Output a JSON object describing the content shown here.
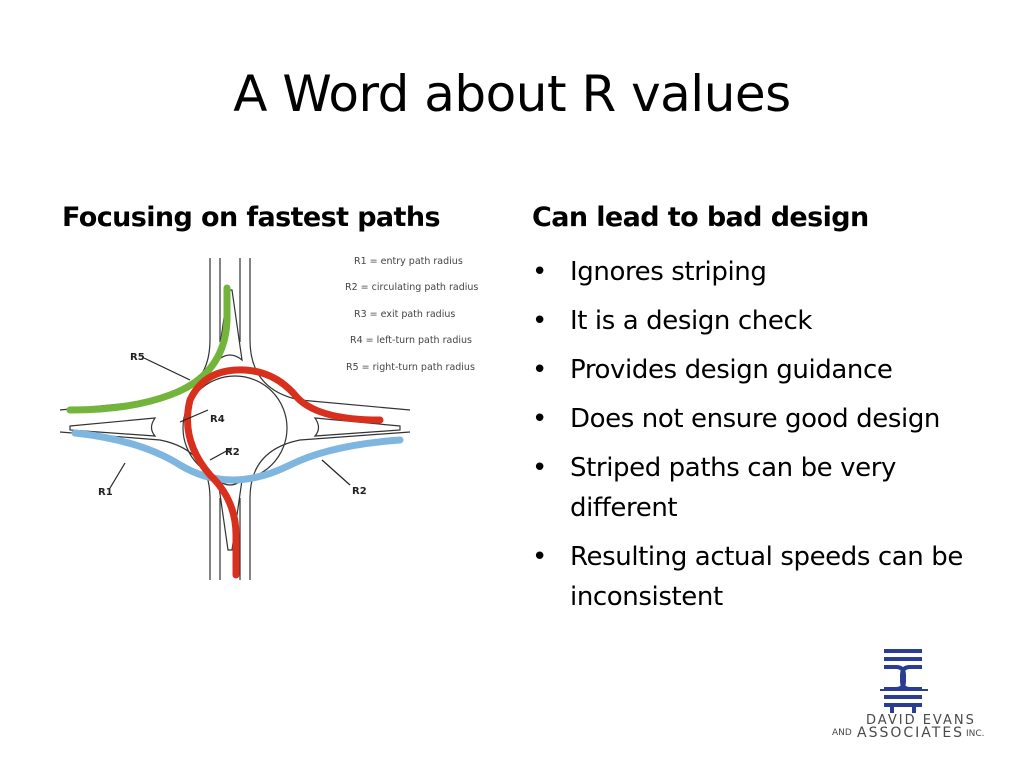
{
  "slide": {
    "title": "A Word about R values",
    "left_heading": "Focusing on fastest paths",
    "right_heading": "Can lead to bad design",
    "bullets": [
      "Ignores striping",
      "It is a design check",
      "Provides design guidance",
      "Does not ensure good design",
      "Striped paths can be very different",
      "Resulting actual speeds can be inconsistent"
    ]
  },
  "diagram": {
    "legend": [
      "R1 = entry path radius",
      "R2 = circulating path radius",
      "R3 = exit path radius",
      "R4 = left-turn path radius",
      "R5 = right-turn path radius"
    ],
    "labels": {
      "r1": "R1",
      "r2": "R2",
      "r3": "R2",
      "r4": "R4",
      "r5": "R5"
    },
    "colors": {
      "red": "#d9301e",
      "green": "#73b53b",
      "blue": "#7fb6df"
    }
  },
  "logo": {
    "line1": "DAVID EVANS",
    "and": "AND",
    "line2": "ASSOCIATES",
    "inc": "INC.",
    "color": "#2b3d93"
  }
}
